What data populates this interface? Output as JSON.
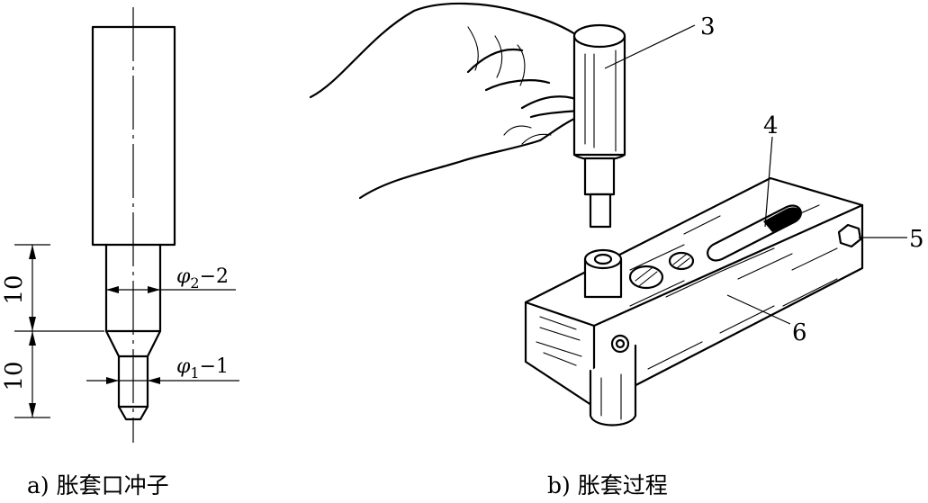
{
  "panel_a": {
    "caption": "a) 胀套口冲子",
    "dim_upper": "10",
    "dim_lower": "10",
    "phi2": {
      "symbol": "φ",
      "sub": "2",
      "suffix": "−2"
    },
    "phi1": {
      "symbol": "φ",
      "sub": "1",
      "suffix": "−1"
    }
  },
  "panel_b": {
    "caption": "b) 胀套过程",
    "labels": {
      "l3": "3",
      "l4": "4",
      "l5": "5",
      "l6": "6"
    }
  }
}
